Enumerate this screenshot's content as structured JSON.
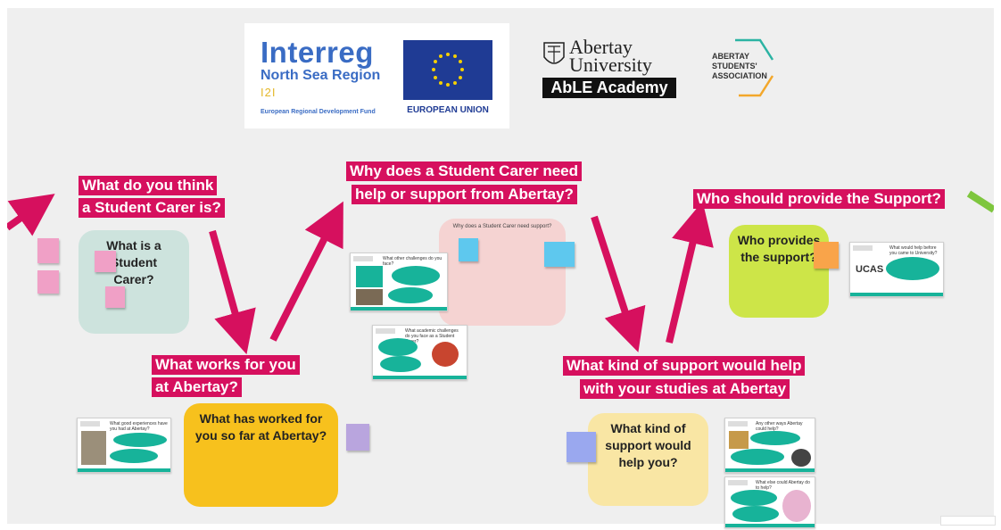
{
  "colors": {
    "banner": "#d6105e",
    "arrow": "#d6105e",
    "teal": "#17b39a",
    "card_green": "#cde3dd",
    "card_pink": "#f5d3d2",
    "card_lime": "#cde548",
    "card_yellow": "#f7c11d",
    "card_light_yellow": "#f9e6a4"
  },
  "header_logos": {
    "interreg_name": "Interreg",
    "interreg_region": "North Sea Region",
    "interreg_mark": "I2I",
    "interreg_fund": "European Regional Development Fund",
    "eu_label": "EUROPEAN UNION",
    "abertay_line1": "Abertay",
    "abertay_line2": "University",
    "able_academy": "AbLE Academy",
    "students_line1": "ABERTAY",
    "students_line2": "STUDENTS'",
    "students_line3": "ASSOCIATION"
  },
  "banners": {
    "q1_line1": "What do you think",
    "q1_line2": "a Student Carer is?",
    "q2_line1": "Why does a Student Carer need",
    "q2_line2": "help or support from Abertay?",
    "q3": "Who should provide the Support?",
    "q4_line1": "What works for you",
    "q4_line2": "at Abertay?",
    "q5_line1": "What kind of support would help",
    "q5_line2": "with your studies at Abertay"
  },
  "cards": {
    "what_is": "What is a Student Carer?",
    "why_need": "Why does a Student Carer need support?",
    "who_provides": "Who provides the support?",
    "what_worked": "What has worked for you so far at Abertay?",
    "kind_support": "What kind of support would help you?"
  },
  "slides": {
    "challenges": "What other challenges do you face?",
    "academic": "What academic challenges do you face as a Student Carer?",
    "help_before": "What would help before you came to University?",
    "ucas": "UCAS",
    "good_experiences": "What good experiences have you had at Abertay?",
    "other_ways": "Any other ways Abertay could help?",
    "what_else": "What else could Abertay do to help?"
  }
}
